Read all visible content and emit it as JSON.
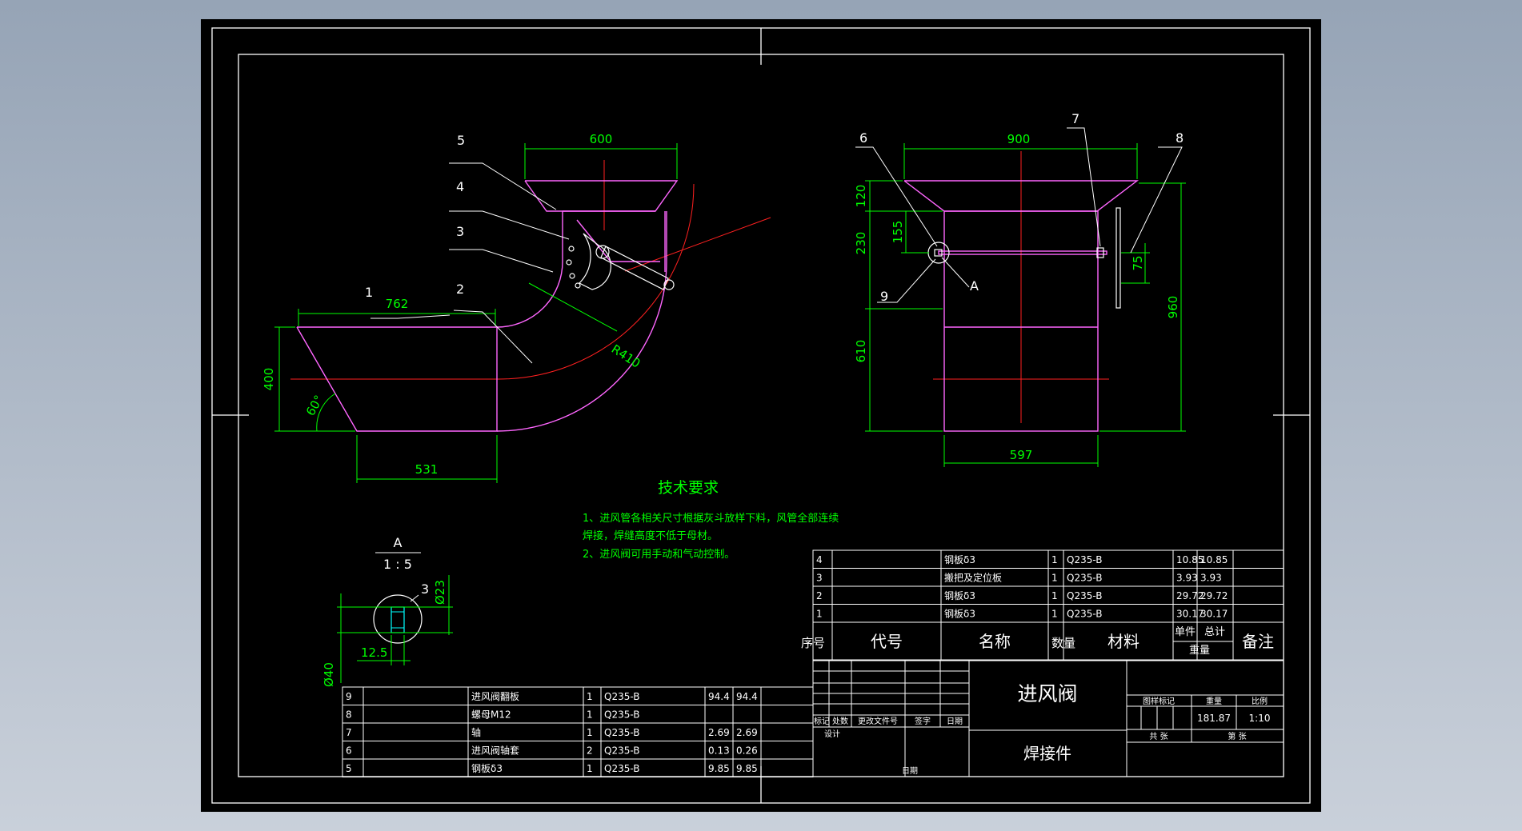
{
  "colors": {
    "background": "#000000",
    "frame": "#ffffff",
    "outline": "#ff66ff",
    "centerline": "#ff2020",
    "dimension": "#00ff00",
    "text": "#ffffff",
    "note": "#00ff00"
  },
  "front_view": {
    "dims": {
      "top_width": "600",
      "pipe_length": "762",
      "height": "400",
      "bottom_length": "531",
      "radius": "R410",
      "angle": "60°"
    },
    "balloons": [
      "1",
      "2",
      "3",
      "4",
      "5"
    ]
  },
  "side_view": {
    "dims": {
      "width": "900",
      "bottom_width": "597",
      "h_top": "120",
      "h_mid": "230",
      "h_axis": "155",
      "h_bottom": "610",
      "total_height": "960",
      "handle": "75"
    },
    "balloons": [
      "6",
      "7",
      "8",
      "9"
    ],
    "section_marker": "A"
  },
  "detail_view": {
    "title": "A",
    "scale": "1 : 5",
    "dims": {
      "dia_small": "Ø23",
      "dia_large": "Ø40",
      "offset": "12.5"
    },
    "balloon": "3"
  },
  "tech_req": {
    "title": "技术要求",
    "line1": "1、进风管各相关尺寸根据灰斗放样下料，风管全部连续",
    "line2": "焊接，焊缝高度不低于母材。",
    "line3": "2、进风阀可用手动和气动控制。"
  },
  "parts_upper": [
    {
      "no": "4",
      "code": "",
      "name": "钢板δ3",
      "qty": "1",
      "material": "Q235-B",
      "unit": "10.85",
      "total": "10.85",
      "remark": ""
    },
    {
      "no": "3",
      "code": "",
      "name": "搬把及定位板",
      "qty": "1",
      "material": "Q235-B",
      "unit": "3.93",
      "total": "3.93",
      "remark": ""
    },
    {
      "no": "2",
      "code": "",
      "name": "钢板δ3",
      "qty": "1",
      "material": "Q235-B",
      "unit": "29.72",
      "total": "29.72",
      "remark": ""
    },
    {
      "no": "1",
      "code": "",
      "name": "钢板δ3",
      "qty": "1",
      "material": "Q235-B",
      "unit": "30.17",
      "total": "30.17",
      "remark": ""
    }
  ],
  "parts_lower": [
    {
      "no": "9",
      "code": "",
      "name": "进风阀翻板",
      "qty": "1",
      "material": "Q235-B",
      "unit": "94.4",
      "total": "94.4"
    },
    {
      "no": "8",
      "code": "",
      "name": "螺母M12",
      "qty": "1",
      "material": "Q235-B",
      "unit": "",
      "total": ""
    },
    {
      "no": "7",
      "code": "",
      "name": "轴",
      "qty": "1",
      "material": "Q235-B",
      "unit": "2.69",
      "total": "2.69"
    },
    {
      "no": "6",
      "code": "",
      "name": "进风阀轴套",
      "qty": "2",
      "material": "Q235-B",
      "unit": "0.13",
      "total": "0.26"
    },
    {
      "no": "5",
      "code": "",
      "name": "钢板δ3",
      "qty": "1",
      "material": "Q235-B",
      "unit": "9.85",
      "total": "9.85"
    }
  ],
  "parts_header": {
    "no": "序号",
    "code": "代号",
    "name": "名称",
    "qty": "数量",
    "material": "材料",
    "unit": "单件",
    "total": "总计",
    "weight": "重量",
    "remark": "备注"
  },
  "title_block": {
    "title": "进风阀",
    "subtitle": "焊接件",
    "mark": "标记",
    "count": "处数",
    "change_doc": "更改文件号",
    "signature": "签字",
    "date": "日期",
    "design": "设计",
    "date2": "日期",
    "stage": "图样标记",
    "weight_label": "重量",
    "scale_label": "比例",
    "weight": "181.87",
    "scale": "1:10",
    "sheets": "共  张",
    "sheet": "第  张"
  }
}
